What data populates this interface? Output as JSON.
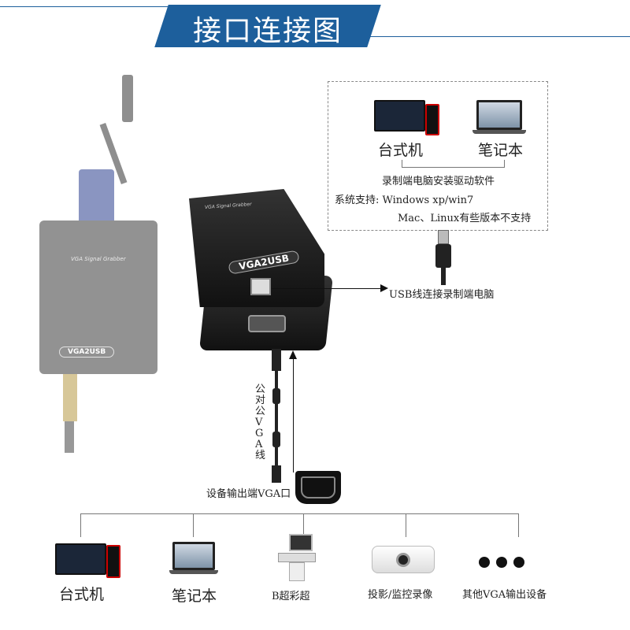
{
  "header": {
    "title": "接口连接图",
    "accent": "#1d5f9c"
  },
  "pc_box": {
    "desktop_label": "台式机",
    "laptop_label": "笔记本",
    "install_note": "录制端电脑安装驱动软件",
    "os_support": "系统支持: Windows xp/win7",
    "os_unsupported": "Mac、Linux有些版本不支持"
  },
  "device": {
    "brand_label": "VGA Signal Grabber",
    "model_label": "VGA2USB"
  },
  "connections": {
    "usb_label": "USB线连接录制端电脑",
    "vga_cable_label": "公对公VGA线",
    "vga_port_label": "设备输出端VGA口"
  },
  "sources": [
    {
      "label": "台式机"
    },
    {
      "label": "笔记本"
    },
    {
      "label": "B超彩超"
    },
    {
      "label": "投影/监控录像"
    },
    {
      "label": "其他VGA输出设备"
    }
  ]
}
